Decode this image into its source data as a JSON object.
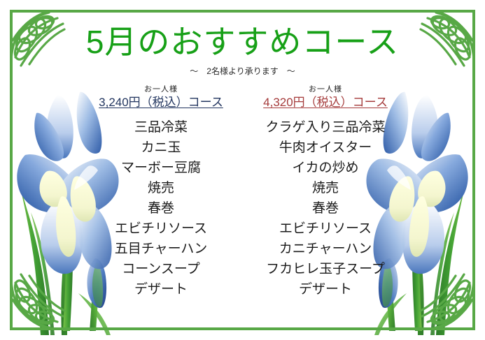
{
  "poster": {
    "title": "5月のおすすめコース",
    "subtitle": "～　2名様より承ります　～",
    "frame_color": "#58a846",
    "title_color": "#17a017",
    "background_color": "#ffffff"
  },
  "courses": [
    {
      "per_person_label": "お一人様",
      "price_label": "3,240円（税込）コース",
      "price_color": "#22355f",
      "items": [
        "三品冷菜",
        "カニ玉",
        "マーボー豆腐",
        "焼売",
        "春巻",
        "エビチリソース",
        "五目チャーハン",
        "コーンスープ",
        "デザート"
      ]
    },
    {
      "per_person_label": "お一人様",
      "price_label": "4,320円（税込）コース",
      "price_color": "#a53b3b",
      "items": [
        "クラゲ入り三品冷菜",
        "牛肉オイスター",
        "イカの炒め",
        "焼売",
        "春巻",
        "エビチリソース",
        "カニチャーハン",
        "フカヒレ玉子スープ",
        "デザート"
      ]
    }
  ],
  "decorations": {
    "corner_ornament": "celtic-knot-ornament",
    "flower": "iris-flower",
    "flower_petal_color": "#3f6fc0",
    "leaf_color": "#3f9c35"
  }
}
